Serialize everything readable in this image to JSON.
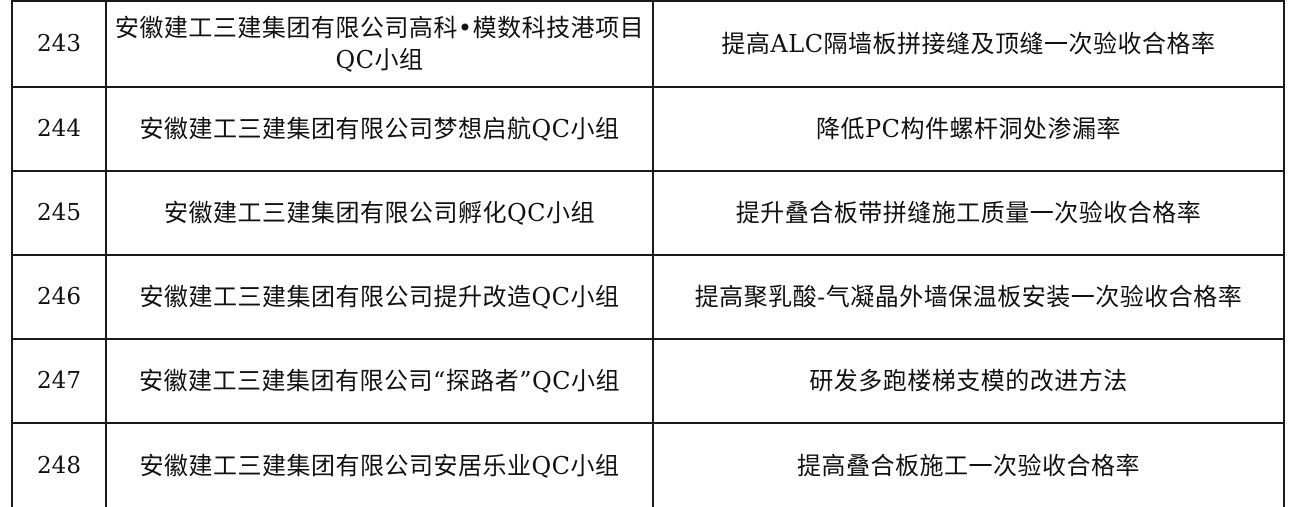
{
  "rows": [
    {
      "number": "243",
      "unit": "安徽建工三建集团有限公司高科•模数科技港项目QC小组",
      "topic": "提高ALC隔墙板拼接缝及顶缝一次验收合格率"
    },
    {
      "number": "244",
      "unit": "安徽建工三建集团有限公司梦想启航QC小组",
      "topic": "降低PC构件螺杆洞处渗漏率"
    },
    {
      "number": "245",
      "unit": "安徽建工三建集团有限公司孵化QC小组",
      "topic": "提升叠合板带拼缝施工质量一次验收合格率"
    },
    {
      "number": "246",
      "unit": "安徽建工三建集团有限公司提升改造QC小组",
      "topic": "提高聚乳酸-气凝晶外墙保温板安装一次验收合格率"
    },
    {
      "number": "247",
      "unit": "安徽建工三建集团有限公司“探路者”QC小组",
      "topic": "研发多跑楼梯支模的改进方法"
    },
    {
      "number": "248",
      "unit": "安徽建工三建集团有限公司安居乐业QC小组",
      "topic": "提高叠合板施工一次验收合格率"
    }
  ]
}
